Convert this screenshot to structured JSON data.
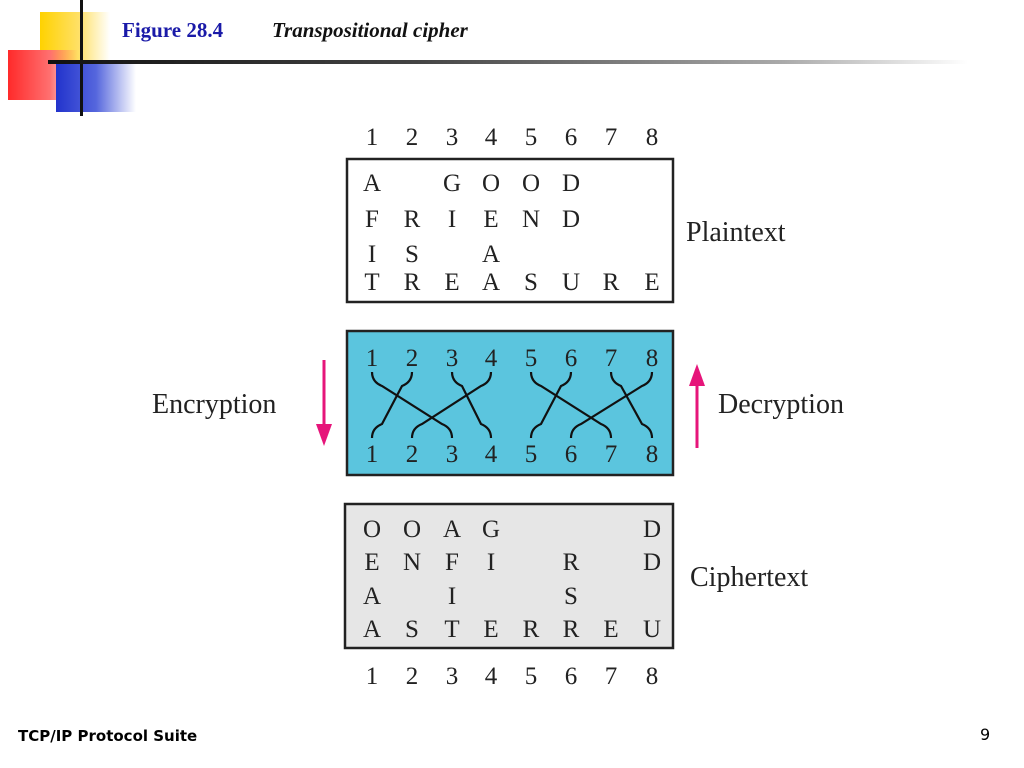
{
  "slide": {
    "figure_number": "Figure 28.4",
    "figure_title": "Transpositional cipher",
    "footer": "TCP/IP Protocol Suite",
    "page_number": "9"
  },
  "diagram": {
    "column_numbers": [
      "1",
      "2",
      "3",
      "4",
      "5",
      "6",
      "7",
      "8"
    ],
    "plaintext": {
      "label": "Plaintext",
      "rows": [
        [
          "A",
          "",
          "G",
          "O",
          "O",
          "D",
          "",
          ""
        ],
        [
          "F",
          "R",
          "I",
          "E",
          "N",
          "D",
          "",
          ""
        ],
        [
          "I",
          "S",
          "",
          "A",
          "",
          "",
          "",
          ""
        ],
        [
          "T",
          "R",
          "E",
          "A",
          "S",
          "U",
          "R",
          "E"
        ]
      ]
    },
    "permutation": {
      "mapping": [
        3,
        1,
        4,
        2,
        7,
        5,
        8,
        6
      ],
      "box_color": "#5bc5de"
    },
    "encryption_label": "Encryption",
    "decryption_label": "Decryption",
    "arrow_color": "#e6157a",
    "ciphertext": {
      "label": "Ciphertext",
      "rows": [
        [
          "O",
          "O",
          "A",
          "G",
          "",
          "",
          "",
          "D"
        ],
        [
          "E",
          "N",
          "F",
          "I",
          "",
          "R",
          "",
          "D"
        ],
        [
          "A",
          "",
          "I",
          "",
          "",
          "S",
          "",
          ""
        ],
        [
          "A",
          "S",
          "T",
          "E",
          "R",
          "R",
          "E",
          "U"
        ]
      ],
      "box_color": "#e6e6e6"
    }
  }
}
